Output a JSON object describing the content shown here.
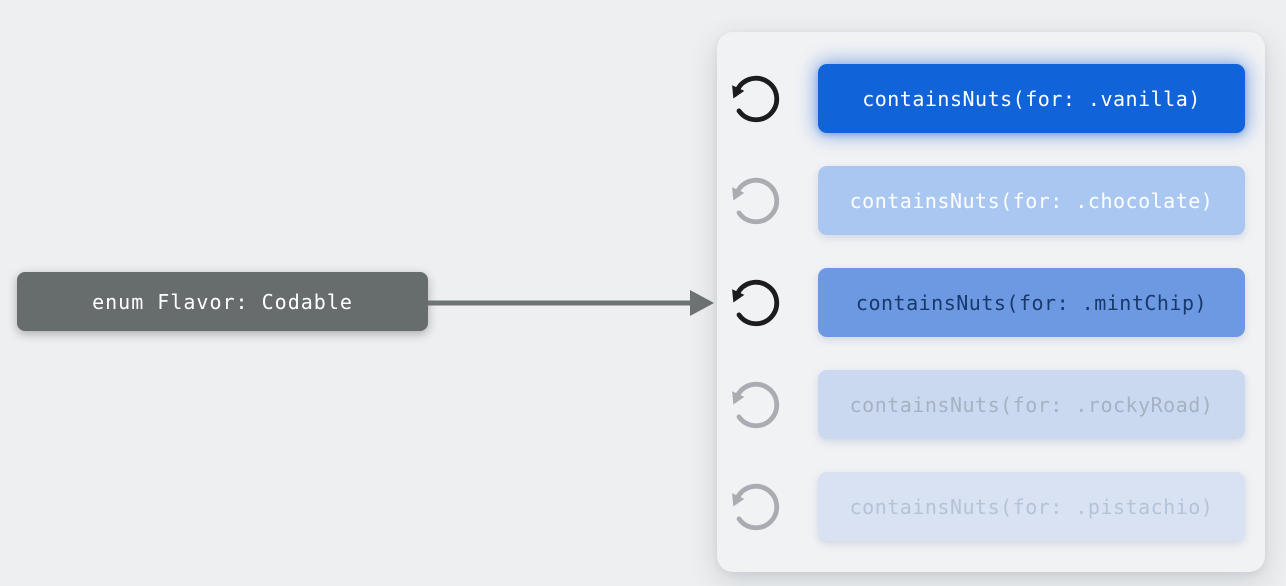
{
  "page": {
    "background": "#edeff0"
  },
  "source_node": {
    "label": "enum Flavor: Codable",
    "bg": "#676c6d",
    "text_color": "#ffffff"
  },
  "connector": {
    "color": "#6e7374"
  },
  "panel": {
    "bg": "#f1f2f4",
    "rows": [
      {
        "id": "vanilla",
        "label": "containsNuts(for: .vanilla)",
        "icon": "circular-replay-icon",
        "icon_color": "#1c1c1e",
        "button_bg": "#1063d8",
        "text_color": "#ffffff",
        "state": "active-highlighted",
        "glow": true
      },
      {
        "id": "chocolate",
        "label": "containsNuts(for: .chocolate)",
        "icon": "circular-replay-icon",
        "icon_color": "#a9adb2",
        "button_bg": "#a9c7f0",
        "text_color": "#ffffff",
        "state": "inactive",
        "glow": false
      },
      {
        "id": "mintChip",
        "label": "containsNuts(for: .mintChip)",
        "icon": "circular-replay-icon",
        "icon_color": "#1c1c1e",
        "button_bg": "#6d99e2",
        "text_color": "#17396b",
        "state": "active",
        "glow": false
      },
      {
        "id": "rockyRoad",
        "label": "containsNuts(for: .rockyRoad)",
        "icon": "circular-replay-icon",
        "icon_color": "#a9adb2",
        "button_bg": "#cbd9f0",
        "text_color": "#a6b1c2",
        "state": "inactive",
        "glow": false
      },
      {
        "id": "pistachio",
        "label": "containsNuts(for: .pistachio)",
        "icon": "circular-replay-icon",
        "icon_color": "#a9adb2",
        "button_bg": "#d9e2f2",
        "text_color": "#b5c3d8",
        "state": "inactive",
        "glow": false
      }
    ]
  }
}
